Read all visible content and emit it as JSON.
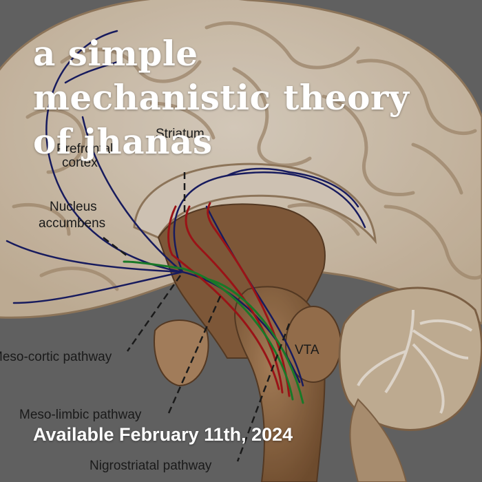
{
  "cover": {
    "title_lines": [
      "a simple",
      "mechanistic theory",
      "of jhanas"
    ],
    "subtitle": "Available February 11th, 2024"
  },
  "illustration": {
    "labels": {
      "prefrontal": "Prefrontal",
      "cortex": "cortex",
      "striatum": "Striatum",
      "nucleus": "Nucleus",
      "accumbens": "accumbens",
      "meso_cortic": "Meso-cortic pathway",
      "meso_limbic": "Meso-limbic pathway",
      "nigrostriatal": "Nigrostriatal pathway",
      "vta": "VTA"
    },
    "colors": {
      "mesocortical": "#1b1f6b",
      "mesolimbic": "#1d8a2e",
      "nigrostriatal": "#b0161b",
      "brain_tissue": "#e6d6c1",
      "brainstem": "#a47a54"
    }
  }
}
